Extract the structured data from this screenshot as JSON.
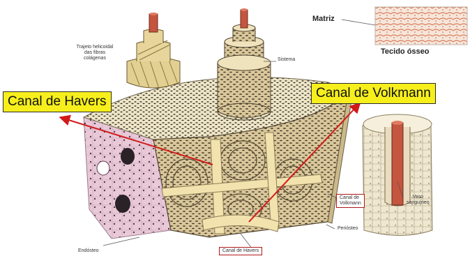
{
  "callouts": {
    "canal_havers": "Canal de Havers",
    "canal_volkmann": "Canal de Volkmann"
  },
  "labels": {
    "matriz": "Matriz",
    "tecido_osseo": "Tecido ósseo",
    "trajeto_line1": "Trajeto helicoidal",
    "trajeto_line2": "das fibras",
    "trajeto_line3": "colágenas",
    "sistema": "Sistema",
    "canal_volkmann_small_line1": "Canal de",
    "canal_volkmann_small_line2": "Volkmann",
    "vaso_line1": "Vaso",
    "vaso_line2": "sanguíneo",
    "periosteo": "Periósteo",
    "endosteo": "Endósteo",
    "canal_havers_small": "Canal de Havers"
  },
  "colors": {
    "callout_fill": "#f6ef1c",
    "arrow": "#d11a1a",
    "bone_tan": "#d8c69a",
    "canal_cream": "#f3e3b0",
    "endosteum_pink": "#e8c6d6",
    "vessel": "#c4553e"
  }
}
